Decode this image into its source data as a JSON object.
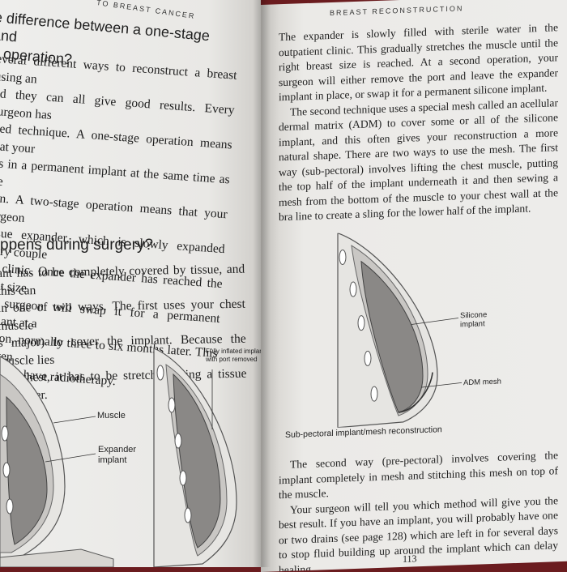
{
  "left_page": {
    "running_head": "to breast cancer",
    "heading1_lines": [
      "e difference between a one-stage and",
      "e operation?"
    ],
    "text1_lines": [
      "everal different ways to reconstruct a breast using an",
      "nd they can all give good results. Every surgeon has",
      "rred technique. A one-stage operation means that your",
      "uts in a permanent implant at the same time as the",
      "tion. A two-stage operation means that your surgeon",
      "tissue expander, which is slowly expanded every couple",
      "ent clinic. Once the expander has reached the right size",
      "our surgeon will swap it for a permanent implant at a",
      "eration, normally three to six months later. This is often",
      "u need to have radiotherapy."
    ],
    "heading2": "ppens during surgery?",
    "text2_lines": [
      "ant has to be completely covered by tissue, and this can",
      "in one of two ways. The first uses your chest muscle",
      "s major) to cover the implant. Because the muscle lies",
      "our chest, it has to be stretched using a tissue expander."
    ],
    "figure_labels": {
      "muscle": "Muscle",
      "expander_line1": "Expander",
      "expander_line2": "implant",
      "inflated_line1": "Fully inflated implant",
      "inflated_line2": "with port removed"
    }
  },
  "right_page": {
    "running_head": "Breast Reconstruction",
    "paragraphs": [
      "The expander is slowly filled with sterile water in the outpatient clinic. This gradually stretches the muscle until the right breast size is reached. At a second operation, your surgeon will either remove the port and leave the expander implant in place, or swap it for a permanent silicone implant.",
      "The second technique uses a special mesh called an acellular dermal matrix (ADM) to cover some or all of the silicone implant, and this often gives your reconstruction a more natural shape. There are two ways to use the mesh. The first way (sub-pectoral) involves lifting the chest muscle, putting the top half of the implant underneath it and then sewing a mesh from the bottom of the muscle to your chest wall at the bra line to create a sling for the lower half of the implant."
    ],
    "figure_labels": {
      "silicone_line1": "Silicone",
      "silicone_line2": "implant",
      "adm": "ADM mesh"
    },
    "caption": "Sub-pectoral implant/mesh reconstruction",
    "paragraphs2": [
      "The second way (pre-pectoral) involves covering the implant completely in mesh and stitching this mesh on top of the muscle.",
      "Your surgeon will tell you which method will give you the best result. If you have an implant, you will probably have one or two drains (see page 128) which are left in for several days to stop fluid building up around the implant which can delay healing."
    ],
    "page_number": "113"
  },
  "colors": {
    "background_cloth": "#6b1c1f",
    "paper": "#ecebe8",
    "implant_fill": "#8a8886",
    "muscle_fill": "#c9c7c4",
    "tissue_fill": "#e6e5e2"
  }
}
